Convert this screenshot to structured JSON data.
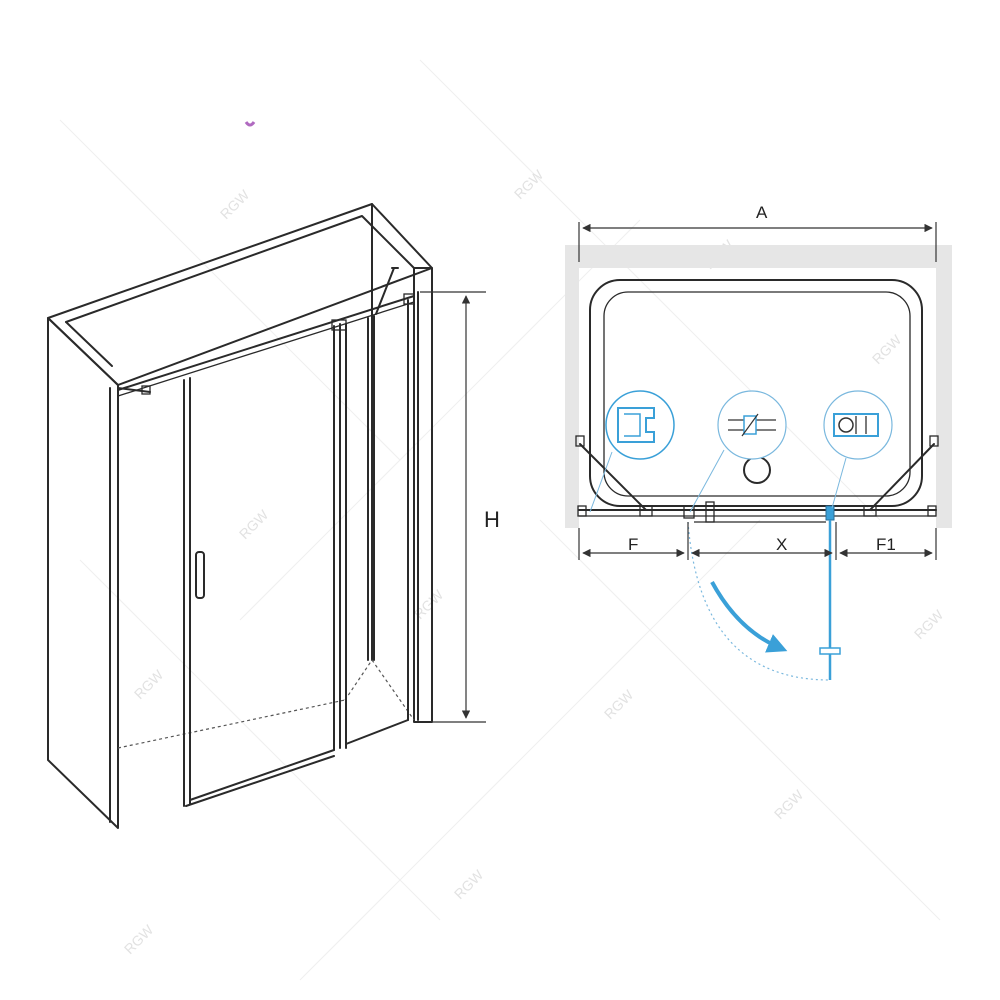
{
  "labels": {
    "height": "H",
    "width_total": "A",
    "fixed_left": "F",
    "door_width": "X",
    "fixed_right": "F1"
  },
  "watermark": "RGW",
  "colors": {
    "outline": "#2a2a2a",
    "wall_fill": "#e6e6e6",
    "accent_blue": "#3aa0d8",
    "tray": "#ffffff"
  },
  "icons": {
    "detail_left": "profile-detail-icon",
    "detail_center": "hinge-detail-icon",
    "detail_right": "clamp-detail-icon",
    "swing": "swing-arrow-icon"
  }
}
